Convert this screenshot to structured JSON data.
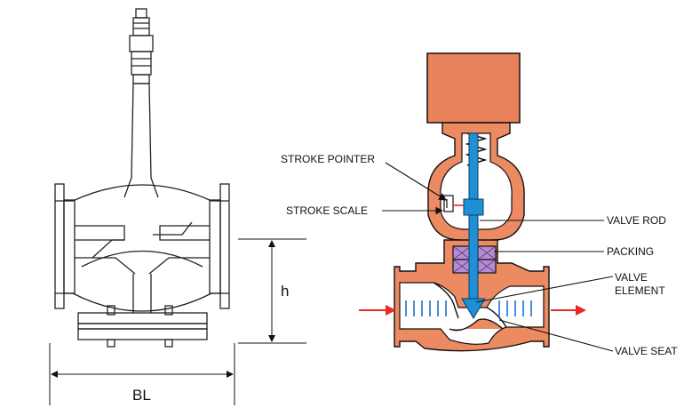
{
  "left_drawing": {
    "dim_height": "h",
    "dim_length": "BL"
  },
  "right_drawing": {
    "labels": {
      "stroke_pointer": "STROKE POINTER",
      "stroke_scale": "STROKE SCALE",
      "valve_rod": "VALVE ROD",
      "packing": "PACKING",
      "valve_element_1": "VALVE",
      "valve_element_2": "ELEMENT",
      "valve_seat": "VALVE SEAT"
    },
    "colors": {
      "body": "#ec8a62",
      "actuator": "#e8825a",
      "rod": "#1f8fd6",
      "packing": "#b68ad6",
      "flow_arrow": "#e8292b",
      "flow_lines": "#1f6fd6",
      "outline": "#111111"
    }
  }
}
